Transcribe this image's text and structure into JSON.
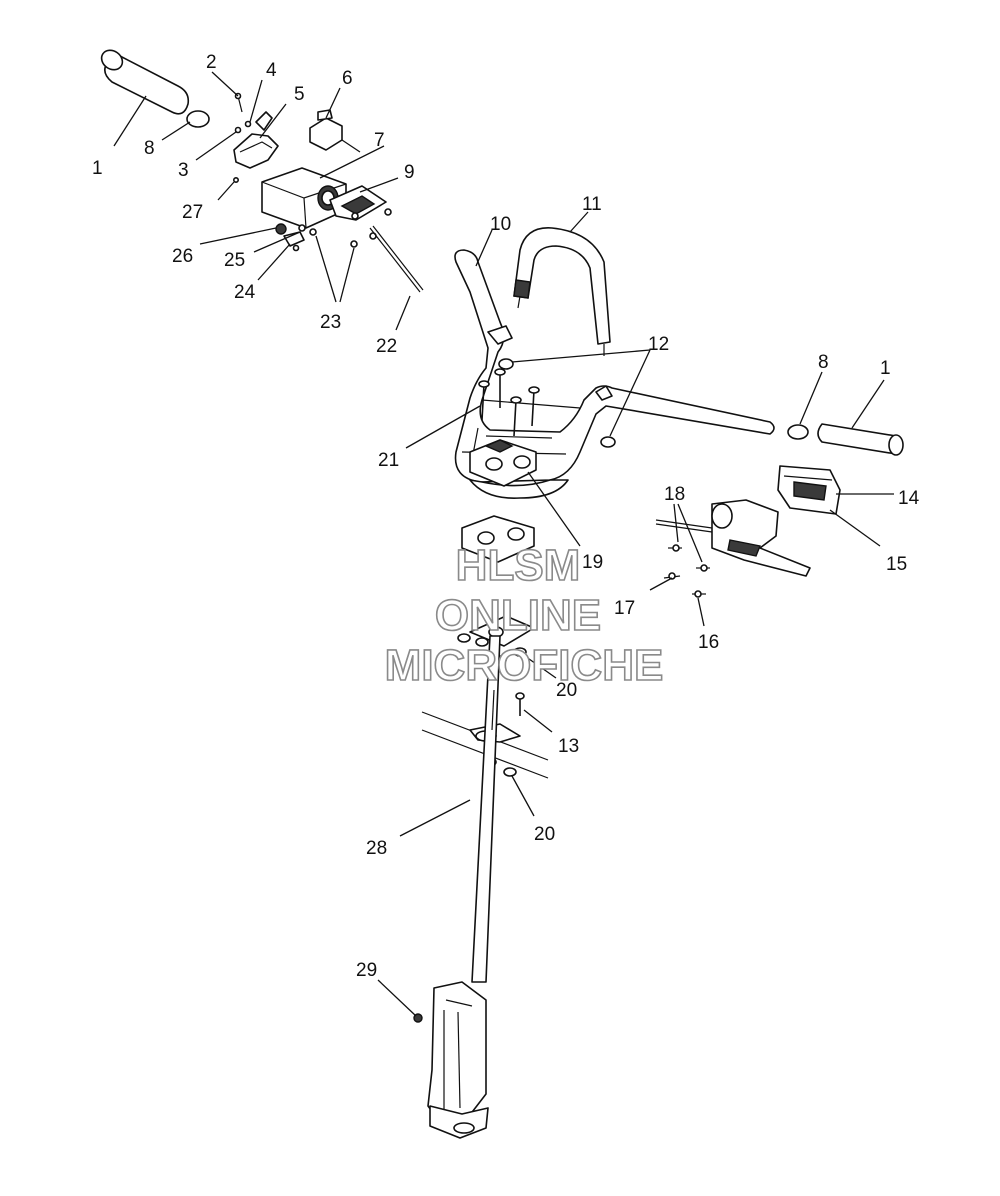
{
  "diagram": {
    "callouts": [
      {
        "id": "c1a",
        "label": "1"
      },
      {
        "id": "c2",
        "label": "2"
      },
      {
        "id": "c3",
        "label": "3"
      },
      {
        "id": "c4",
        "label": "4"
      },
      {
        "id": "c5",
        "label": "5"
      },
      {
        "id": "c6",
        "label": "6"
      },
      {
        "id": "c7",
        "label": "7"
      },
      {
        "id": "c8a",
        "label": "8"
      },
      {
        "id": "c9",
        "label": "9"
      },
      {
        "id": "c10",
        "label": "10"
      },
      {
        "id": "c11",
        "label": "11"
      },
      {
        "id": "c12",
        "label": "12"
      },
      {
        "id": "c8b",
        "label": "8"
      },
      {
        "id": "c1b",
        "label": "1"
      },
      {
        "id": "c27",
        "label": "27"
      },
      {
        "id": "c26",
        "label": "26"
      },
      {
        "id": "c25",
        "label": "25"
      },
      {
        "id": "c24",
        "label": "24"
      },
      {
        "id": "c23",
        "label": "23"
      },
      {
        "id": "c22",
        "label": "22"
      },
      {
        "id": "c21",
        "label": "21"
      },
      {
        "id": "c18",
        "label": "18"
      },
      {
        "id": "c14",
        "label": "14"
      },
      {
        "id": "c15",
        "label": "15"
      },
      {
        "id": "c19",
        "label": "19"
      },
      {
        "id": "c17",
        "label": "17"
      },
      {
        "id": "c16",
        "label": "16"
      },
      {
        "id": "c20a",
        "label": "20"
      },
      {
        "id": "c13",
        "label": "13"
      },
      {
        "id": "c20b",
        "label": "20"
      },
      {
        "id": "c28",
        "label": "28"
      },
      {
        "id": "c29",
        "label": "29"
      }
    ]
  },
  "watermark": {
    "line1": "HLSM",
    "line2": "ONLINE",
    "line3": "MICROFICHE",
    "color": "#8a8a8a"
  }
}
